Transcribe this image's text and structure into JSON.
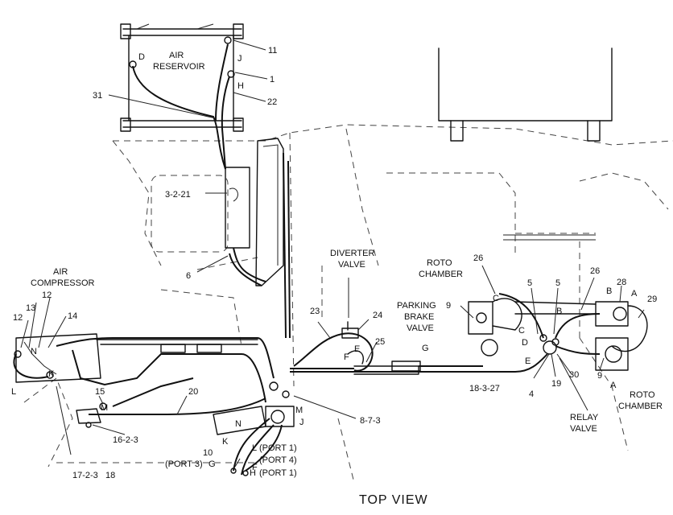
{
  "title": "TOP VIEW",
  "components": {
    "air_reservoir": [
      "AIR",
      "RESERVOIR"
    ],
    "air_compressor": [
      "AIR",
      "COMPRESSOR"
    ],
    "diverter_valve": [
      "DIVERTER",
      "VALVE"
    ],
    "parking_brake_valve": [
      "PARKING",
      "BRAKE",
      "VALVE"
    ],
    "roto_chamber_top": [
      "ROTO",
      "CHAMBER"
    ],
    "roto_chamber_bottom": [
      "ROTO",
      "CHAMBER"
    ],
    "relay_valve": [
      "RELAY",
      "VALVE"
    ]
  },
  "callouts": {
    "c11": "11",
    "c1": "1",
    "c22": "22",
    "c31": "31",
    "c3221": "3-2-21",
    "c6": "6",
    "c12a": "12",
    "c12b": "12",
    "c13": "13",
    "c14": "14",
    "c15": "15",
    "c16": "16-2-3",
    "c17": "17-2-3",
    "c18": "18",
    "c20": "20",
    "c23": "23",
    "c24": "24",
    "c25": "25",
    "c26a": "26",
    "c26b": "26",
    "c5a": "5",
    "c5b": "5",
    "c28": "28",
    "c29": "29",
    "c9a": "9",
    "c9b": "9",
    "c4": "4",
    "c19": "19",
    "c30": "30",
    "c18327": "18-3-27",
    "c873": "8-7-3",
    "c10": "10"
  },
  "letters": {
    "D": "D",
    "J": "J",
    "H": "H",
    "N": "N",
    "K": "K",
    "L": "L",
    "M": "M",
    "Nb": "N",
    "Jb": "J",
    "Kb": "K",
    "F": "F",
    "E": "E",
    "G": "G",
    "C": "C",
    "Cb": "C",
    "Db": "D",
    "Eb": "E",
    "B": "B",
    "Bb": "B",
    "A": "A",
    "Ab": "A",
    "Fb": "F",
    "Gb": "G",
    "Hb": "H",
    "Lb": "L"
  },
  "ports": {
    "port1a": "(PORT 1)",
    "port4": "(PORT 4)",
    "port1b": "(PORT 1)",
    "port3": "(PORT 3)"
  }
}
